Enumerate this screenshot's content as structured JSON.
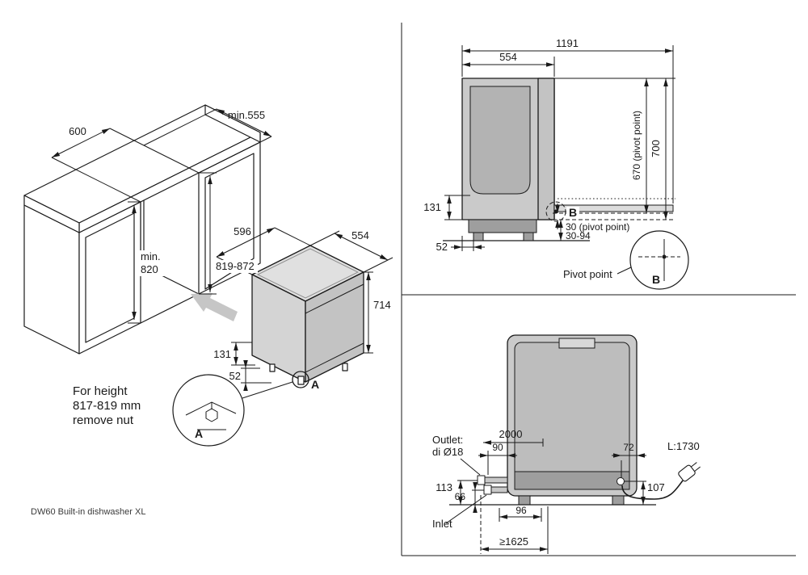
{
  "caption": "DW60 Built-in dishwasher XL",
  "colors": {
    "line": "#1a1a1a",
    "machine_top": "#e0e0e0",
    "machine_side": "#d4d4d4",
    "machine_door": "#c3c3c3",
    "machine_body": "#cacaca",
    "machine_inner": "#b3b3b3",
    "base": "#9e9e9e",
    "arrow": "#c6c6c6",
    "door_open": "#dcdcdc",
    "rear_inner": "#bdbdbd",
    "handle": "#d8d8d8",
    "hose": "#c8c8c8"
  },
  "isometric": {
    "dim_600": "600",
    "dim_min555": "min.555",
    "dim_min": "min.",
    "dim_820": "820",
    "dim_819_872": "819-872",
    "dim_596": "596",
    "dim_554": "554",
    "dim_714": "714",
    "dim_131": "131",
    "dim_52": "52",
    "detail_ref": "A",
    "bubble_ref": "A",
    "note_line1": "For height",
    "note_line2": "817-819 mm",
    "note_line3": "remove nut"
  },
  "side_view": {
    "dim_1191": "1191",
    "dim_554": "554",
    "dim_670": "670 (pivot point)",
    "dim_700": "700",
    "dim_131": "131",
    "dim_52": "52",
    "dim_30": "30 (pivot point)",
    "dim_30_94": "30-94",
    "detail_ref": "B",
    "bubble_ref": "B",
    "pivot_label": "Pivot point"
  },
  "rear_view": {
    "dim_2000": "2000",
    "dim_90": "90",
    "dim_72": "72",
    "cord_length": "L:1730",
    "outlet_line1": "Outlet:",
    "outlet_line2": "di Ø18",
    "dim_113": "113",
    "dim_66": "66",
    "dim_96": "96",
    "dim_107": "107",
    "inlet_label": "Inlet",
    "dim_min1625": "≥1625"
  }
}
